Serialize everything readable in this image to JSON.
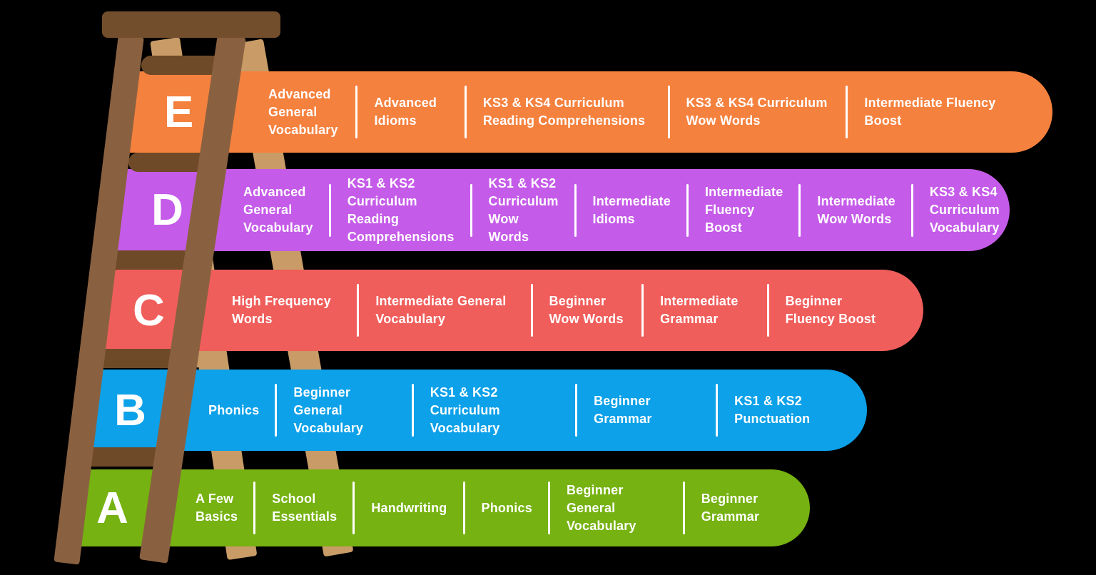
{
  "colors": {
    "rail_front": "#8A6140",
    "rail_back": "#C89B67",
    "rung": "#6F4A28",
    "cap": "#734E2C",
    "text": "#FFFFFF",
    "bar_e": "#F5813E",
    "bar_d": "#C55BE9",
    "bar_c": "#F05E5B",
    "bar_b": "#0CA1E9",
    "bar_a": "#76B211"
  },
  "rows": [
    {
      "letter": "E",
      "color": "#F5813E",
      "segments": [
        "Advanced General Vocabulary",
        "Advanced Idioms",
        "KS3 & KS4 Curriculum Reading Comprehensions",
        "KS3 & KS4 Curriculum Wow Words",
        "Intermediate Fluency Boost"
      ]
    },
    {
      "letter": "D",
      "color": "#C55BE9",
      "segments": [
        "Advanced General Vocabulary",
        "KS1 & KS2 Curriculum Reading Comprehensions",
        "KS1 & KS2 Curriculum Wow Words",
        "Intermediate Idioms",
        "Intermediate Fluency Boost",
        "Intermediate Wow Words",
        "KS3 & KS4 Curriculum Vocabulary"
      ]
    },
    {
      "letter": "C",
      "color": "#F05E5B",
      "segments": [
        "High Frequency Words",
        "Intermediate General Vocabulary",
        "Beginner Wow Words",
        "Intermediate Grammar",
        "Beginner Fluency Boost"
      ]
    },
    {
      "letter": "B",
      "color": "#0CA1E9",
      "segments": [
        "Phonics",
        "Beginner General Vocabulary",
        "KS1 & KS2 Curriculum Vocabulary",
        "Beginner Grammar",
        "KS1 & KS2 Punctuation"
      ]
    },
    {
      "letter": "A",
      "color": "#76B211",
      "segments": [
        "A Few Basics",
        "School Essentials",
        "Handwriting",
        "Phonics",
        "Beginner General Vocabulary",
        "Beginner Grammar"
      ]
    }
  ]
}
